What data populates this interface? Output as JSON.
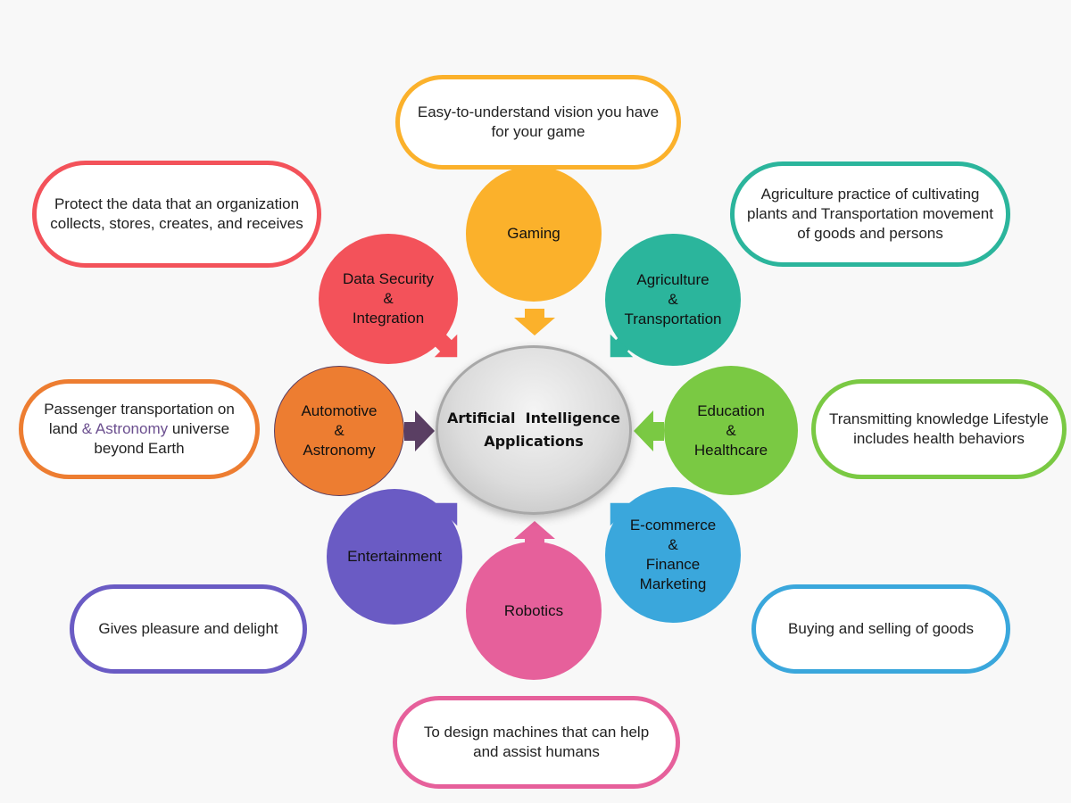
{
  "center": {
    "line1": "Artificial  Intelligence",
    "line2": "Applications"
  },
  "colors": {
    "gaming": "#fbb12b",
    "agriculture": "#2bb59c",
    "education": "#7ac943",
    "ecommerce": "#3aa7dc",
    "robotics": "#e6609b",
    "entertainment": "#6a5bc4",
    "automotive": "#ed7d31",
    "security": "#f3525a"
  },
  "nodes": {
    "gaming": {
      "l1": "Gaming"
    },
    "agriculture": {
      "l1": "Agriculture",
      "l2": "&",
      "l3": "Transportation"
    },
    "education": {
      "l1": "Education",
      "l2": "&",
      "l3": "Healthcare"
    },
    "ecommerce": {
      "l1": "E-commerce",
      "l2": "&",
      "l3": "Finance",
      "l4": "Marketing"
    },
    "robotics": {
      "l1": "Robotics"
    },
    "entertainment": {
      "l1": "Entertainment"
    },
    "automotive": {
      "l1": "Automotive",
      "l2": "&",
      "l3": "Astronomy"
    },
    "security": {
      "l1": "Data Security",
      "l2": "&",
      "l3": "Integration"
    }
  },
  "descriptions": {
    "gaming": {
      "l1": "Easy-to-understand vision you have",
      "l2": "for your game"
    },
    "agriculture": {
      "l1": "Agriculture practice of cultivating",
      "l2": "plants and Transportation movement",
      "l3": "of goods and persons"
    },
    "education": {
      "l1": "Transmitting knowledge Lifestyle",
      "l2": "includes health behaviors"
    },
    "ecommerce": {
      "l1": "Buying and selling of goods"
    },
    "robotics": {
      "l1": "To design machines that can help",
      "l2": "and assist humans"
    },
    "entertainment": {
      "l1": "Gives pleasure and delight"
    },
    "automotive": {
      "l1": "Passenger transportation on",
      "l2a": "land ",
      "l2b": "& Astronomy",
      "l2c": " universe",
      "l3": "beyond Earth"
    },
    "security": {
      "l1": "Protect the data that an organization",
      "l2": "collects, stores, creates, and receives"
    }
  }
}
